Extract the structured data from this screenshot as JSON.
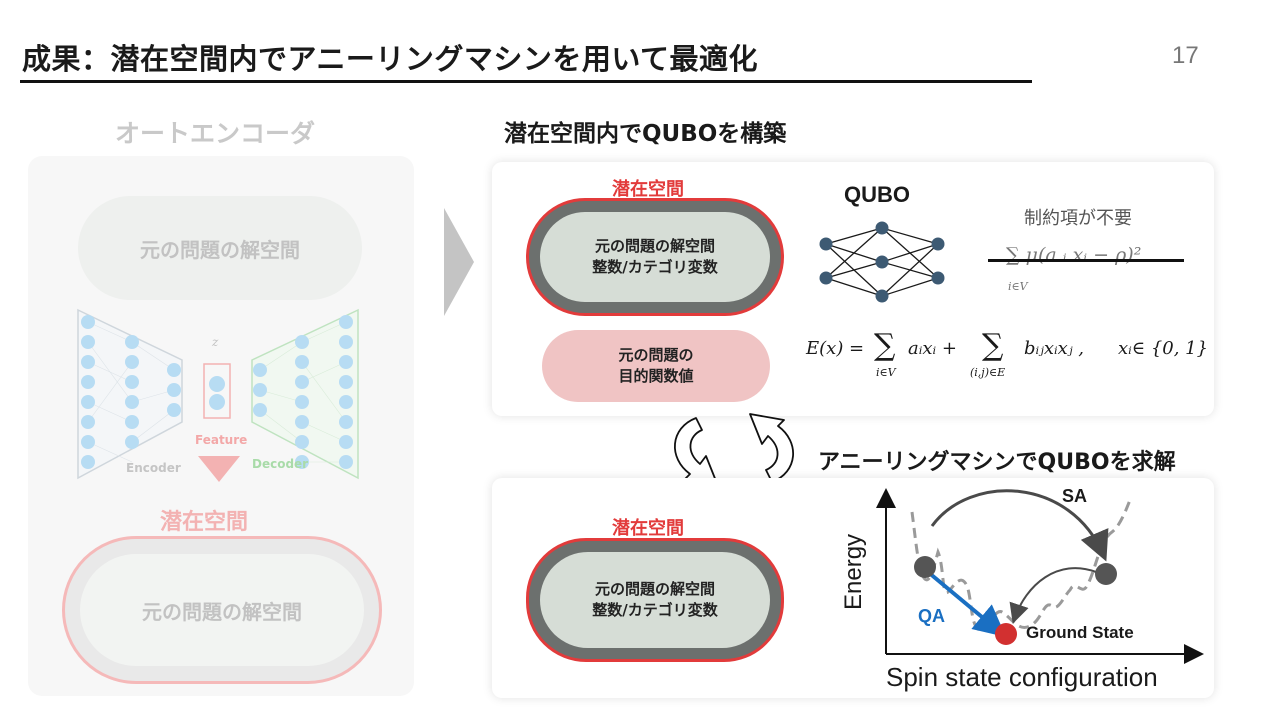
{
  "slide": {
    "title": "成果：潜在空間内でアニーリングマシンを用いて最適化",
    "page_number": "17"
  },
  "autoencoder": {
    "heading": "オートエンコーダ",
    "solution_space": "元の問題の解空間",
    "latent_label_short": "z",
    "feature_label": "Feature",
    "encoder_label": "Encoder",
    "decoder_label": "Decoder",
    "latent_space": "潜在空間",
    "latent_solution_space": "元の問題の解空間"
  },
  "qubo_build": {
    "heading": "潜在空間内でQUBOを構築",
    "latent_space": "潜在空間",
    "solution_space_line1": "元の問題の解空間",
    "solution_space_line2": "整数/カテゴリ変数",
    "objective_line1": "元の問題の",
    "objective_line2": "目的関数値",
    "qubo_label": "QUBO",
    "constraint_note": "制約項が不要",
    "constraint_formula": "∑ μ(a ᵢ xᵢ − ρ)²",
    "constraint_sub": "i∈V",
    "energy_formula_lhs": "E(x) = ",
    "energy_sum1_sub": "i∈V",
    "energy_term1": "aᵢxᵢ + ",
    "energy_sum2_sub": "(i,j)∈E",
    "energy_term2": "bᵢⱼxᵢxⱼ ,",
    "energy_domain": "xᵢ∈ {0, 1}"
  },
  "annealing": {
    "heading": "アニーリングマシンでQUBOを求解",
    "latent_space": "潜在空間",
    "solution_space_line1": "元の問題の解空間",
    "solution_space_line2": "整数/カテゴリ変数",
    "y_axis_label": "Energy",
    "x_axis_label": "Spin state configuration",
    "sa_label": "SA",
    "qa_label": "QA",
    "ground_state_label": "Ground State"
  },
  "colors": {
    "accent_red": "#e23b3b",
    "qa_blue": "#1a6fc2",
    "node_blue": "#3d5a73"
  }
}
